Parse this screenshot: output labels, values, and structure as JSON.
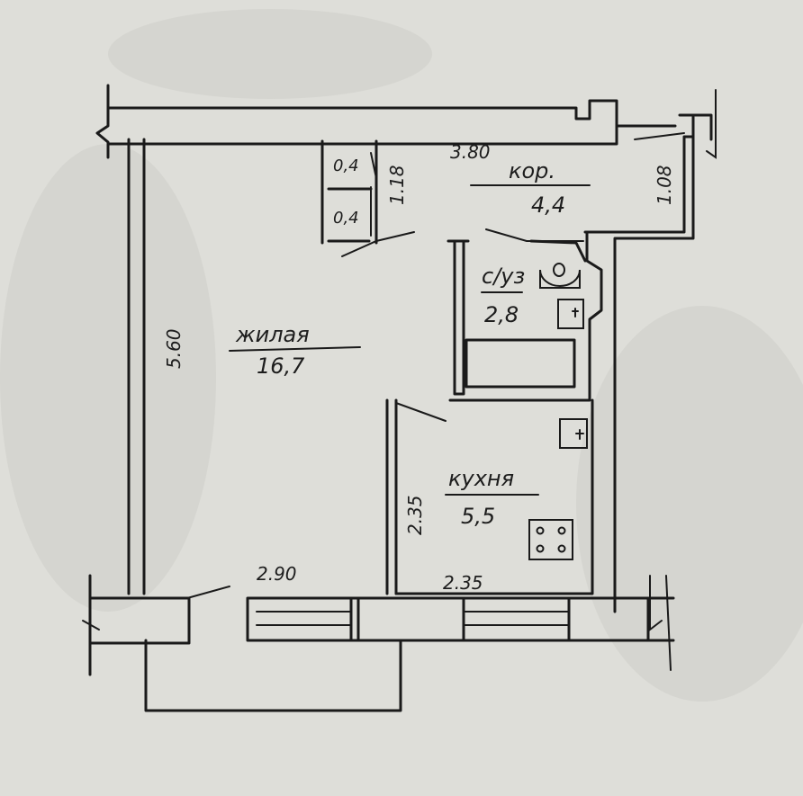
{
  "rooms": {
    "living": {
      "name": "жилая",
      "area": "16,7"
    },
    "corridor": {
      "name": "кор.",
      "area": "4,4"
    },
    "bathroom": {
      "name": "с/уз",
      "area": "2,8"
    },
    "kitchen": {
      "name": "кухня",
      "area": "5,5"
    },
    "closet_top": {
      "area": "0,4"
    },
    "closet_bottom": {
      "area": "0,4"
    }
  },
  "dimensions": {
    "living_height": "5.60",
    "living_width": "2.90",
    "corridor_width": "3.80",
    "closet_depth": "1.18",
    "entry_width": "1.08",
    "kitchen_height": "2.35",
    "kitchen_width": "2.35"
  },
  "icons": [
    "toilet-icon",
    "sink-icon",
    "bathtub-icon",
    "stove-icon",
    "kitchen-sink-icon"
  ]
}
